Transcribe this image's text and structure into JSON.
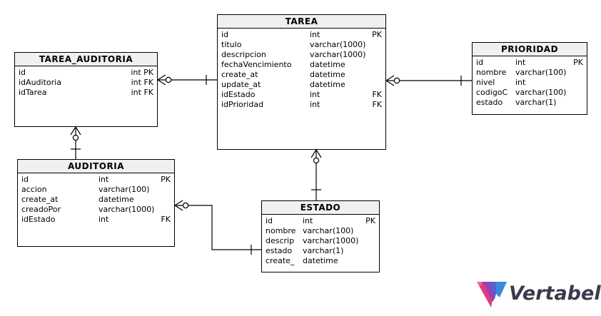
{
  "tables": [
    {
      "id": "tarea",
      "name": "TAREA",
      "columns": [
        {
          "name": "id",
          "type": "int",
          "key": "PK"
        },
        {
          "name": "titulo",
          "type": "varchar(1000)",
          "key": ""
        },
        {
          "name": "descripcion",
          "type": "varchar(1000)",
          "key": ""
        },
        {
          "name": "fechaVencimiento",
          "type": "datetime",
          "key": ""
        },
        {
          "name": "create_at",
          "type": "datetime",
          "key": ""
        },
        {
          "name": "update_at",
          "type": "datetime",
          "key": ""
        },
        {
          "name": "idEstado",
          "type": "int",
          "key": "FK"
        },
        {
          "name": "idPrioridad",
          "type": "int",
          "key": "FK"
        }
      ]
    },
    {
      "id": "tarea_auditoria",
      "name": "TAREA_AUDITORIA",
      "columns": [
        {
          "name": "id",
          "type": "int PK",
          "key": ""
        },
        {
          "name": "idAuditoria",
          "type": "int FK",
          "key": ""
        },
        {
          "name": "idTarea",
          "type": "int FK",
          "key": ""
        }
      ]
    },
    {
      "id": "prioridad",
      "name": "PRIORIDAD",
      "columns": [
        {
          "name": "id",
          "type": "int",
          "key": "PK"
        },
        {
          "name": "nombre",
          "type": "varchar(100)",
          "key": ""
        },
        {
          "name": "nivel",
          "type": "int",
          "key": ""
        },
        {
          "name": "codigoC",
          "type": "varchar(100)",
          "key": ""
        },
        {
          "name": "estado",
          "type": "varchar(1)",
          "key": ""
        }
      ]
    },
    {
      "id": "auditoria",
      "name": "AUDITORIA",
      "columns": [
        {
          "name": "id",
          "type": "int",
          "key": "PK"
        },
        {
          "name": "accion",
          "type": "varchar(100)",
          "key": ""
        },
        {
          "name": "create_at",
          "type": "datetime",
          "key": ""
        },
        {
          "name": "creadoPor",
          "type": "varchar(1000)",
          "key": ""
        },
        {
          "name": "idEstado",
          "type": "int",
          "key": "FK"
        }
      ]
    },
    {
      "id": "estado",
      "name": "ESTADO",
      "columns": [
        {
          "name": "id",
          "type": "int",
          "key": "PK"
        },
        {
          "name": "nombre",
          "type": "varchar(100)",
          "key": ""
        },
        {
          "name": "descrip",
          "type": "varchar(1000)",
          "key": ""
        },
        {
          "name": "estado",
          "type": "varchar(1)",
          "key": ""
        },
        {
          "name": "create_",
          "type": "datetime",
          "key": ""
        }
      ]
    }
  ],
  "relationships": [
    {
      "one": "tarea",
      "many": "tarea_auditoria"
    },
    {
      "one": "prioridad",
      "many": "tarea"
    },
    {
      "one": "estado",
      "many": "tarea"
    },
    {
      "one": "auditoria",
      "many": "tarea_auditoria"
    },
    {
      "one": "estado",
      "many": "auditoria"
    }
  ],
  "logo": {
    "text": "Vertabelo"
  }
}
